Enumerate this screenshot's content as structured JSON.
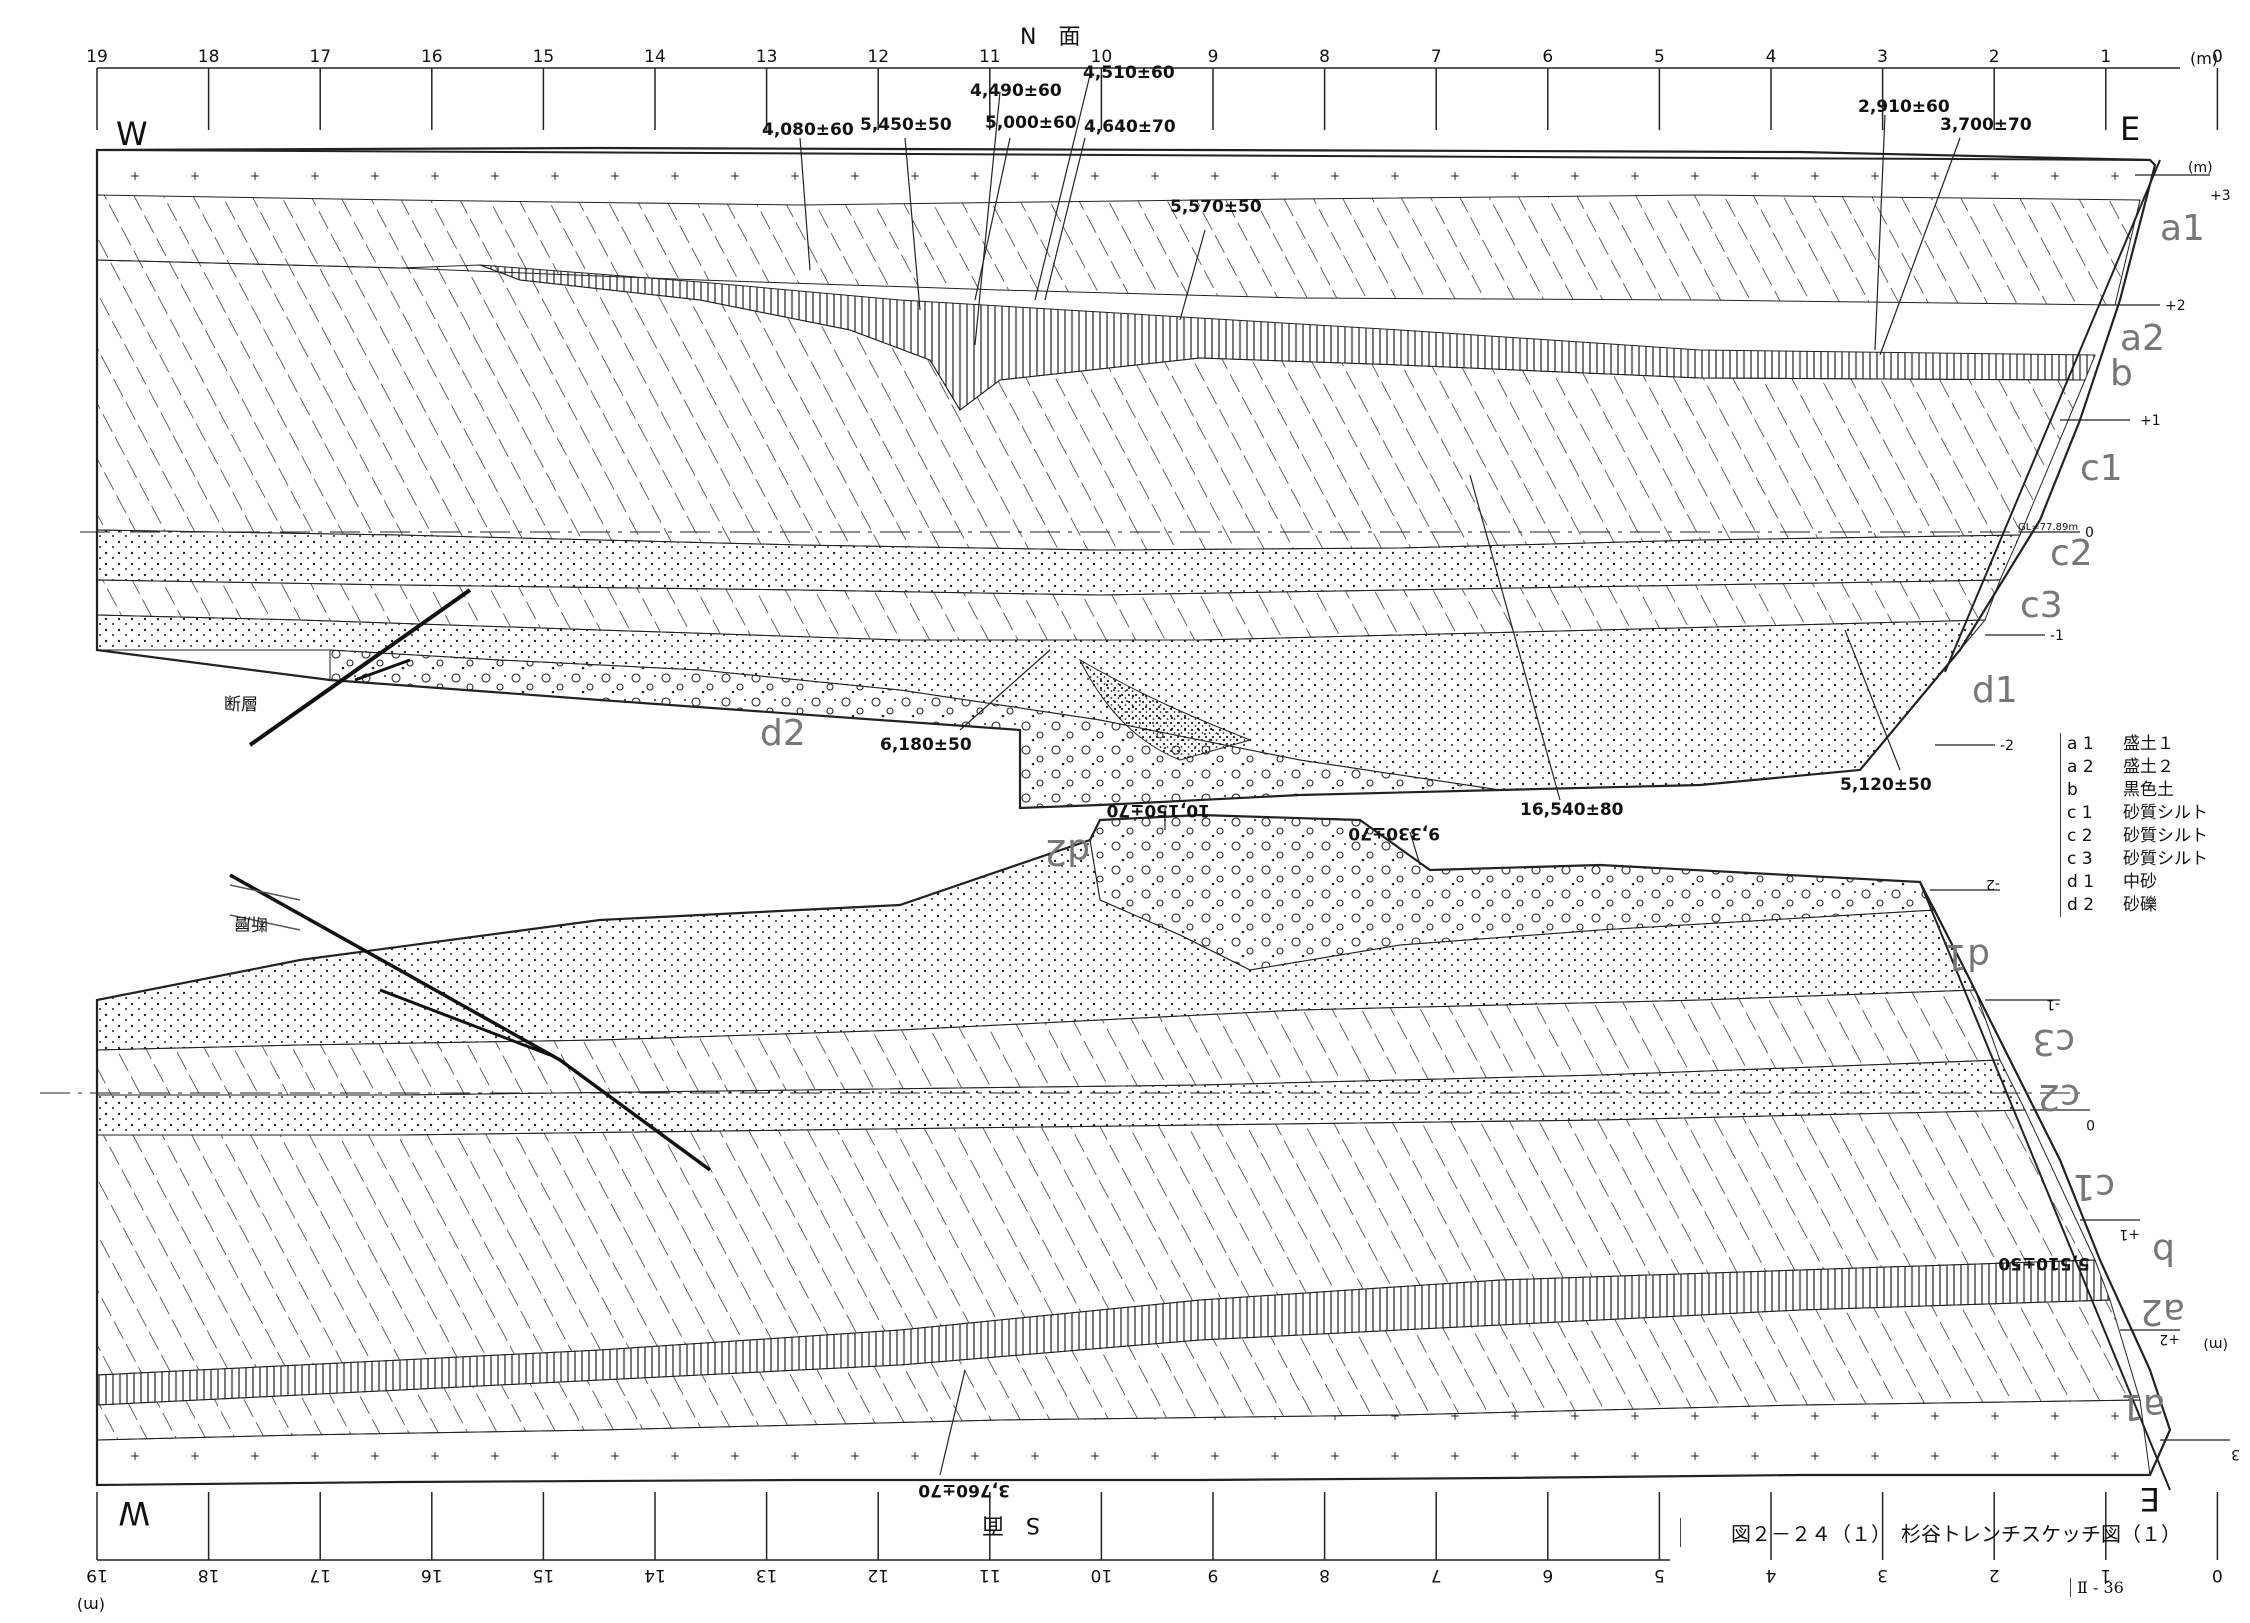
{
  "north_face": {
    "label": "N　面",
    "unit": "(m)",
    "west": "W",
    "east": "E",
    "ticks": [
      "19",
      "18",
      "17",
      "16",
      "15",
      "14",
      "13",
      "12",
      "11",
      "10",
      "9",
      "8",
      "7",
      "6",
      "5",
      "4",
      "3",
      "2",
      "1",
      "0"
    ],
    "elevation_unit": "(m)",
    "elevations": [
      "+3",
      "+2",
      "+1",
      "0",
      "-1",
      "-2"
    ],
    "datum": "GL=77.89m",
    "layer_labels": [
      "a1",
      "a2",
      "b",
      "c1",
      "c2",
      "c3",
      "d1",
      "d2"
    ],
    "fault": "断層",
    "dates": [
      "4,080±60",
      "5,450±50",
      "4,490±60",
      "5,000±60",
      "4,510±60",
      "4,640±70",
      "5,570±50",
      "2,910±60",
      "3,700±70",
      "6,180±50",
      "16,540±80",
      "5,120±50"
    ]
  },
  "south_face": {
    "label": "S　面",
    "unit": "(m)",
    "west": "W",
    "east": "E",
    "ticks": [
      "19",
      "18",
      "17",
      "16",
      "15",
      "14",
      "13",
      "12",
      "11",
      "10",
      "9",
      "8",
      "7",
      "6",
      "5",
      "4",
      "3",
      "2",
      "1",
      "0"
    ],
    "elevation_unit": "(m)",
    "elevations": [
      "-2",
      "-1",
      "0",
      "+1",
      "+2",
      "3"
    ],
    "layer_labels": [
      "d2",
      "d1",
      "c3",
      "c2",
      "c1",
      "b",
      "a2",
      "a1"
    ],
    "fault": "断層",
    "dates": [
      "10,150±70",
      "9,330±70",
      "5,510±50",
      "3,760±70"
    ]
  },
  "legend": [
    {
      "code": "a 1",
      "name": "盛土１"
    },
    {
      "code": "a 2",
      "name": "盛土２"
    },
    {
      "code": "b",
      "name": "黒色土"
    },
    {
      "code": "c 1",
      "name": "砂質シルト"
    },
    {
      "code": "c 2",
      "name": "砂質シルト"
    },
    {
      "code": "c 3",
      "name": "砂質シルト"
    },
    {
      "code": "d 1",
      "name": "中砂"
    },
    {
      "code": "d 2",
      "name": "砂礫"
    }
  ],
  "caption": "図２－２４（１）　杉谷トレンチスケッチ図（１）",
  "page_number": "Ⅱ - 36"
}
